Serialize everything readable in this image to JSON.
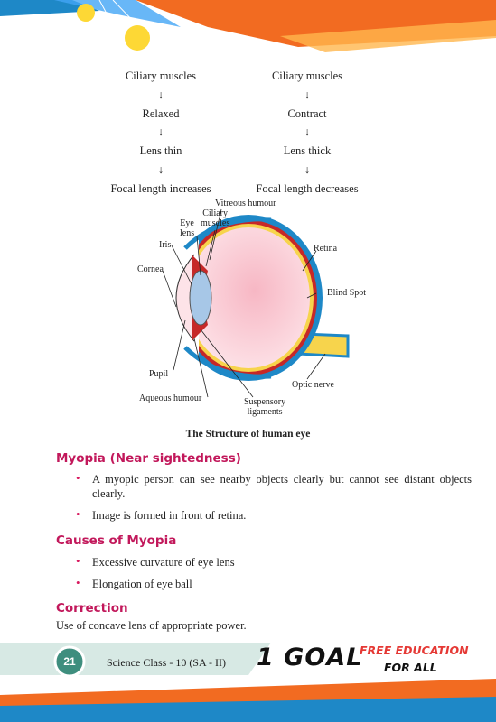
{
  "flow_left": [
    "Ciliary muscles",
    "↓",
    "Relaxed",
    "↓",
    "Lens thin",
    "↓",
    "Focal length increases"
  ],
  "flow_right": [
    "Ciliary muscles",
    "↓",
    "Contract",
    "↓",
    "Lens thick",
    "↓",
    "Focal length decreases"
  ],
  "diagram": {
    "labels": {
      "vitreous_humour": "Vitreous humour",
      "ciliary_muscles": "Ciliary\nmuscles",
      "eye_lens": "Eye\nlens",
      "iris": "Iris",
      "retina": "Retina",
      "cornea": "Cornea",
      "blind_spot": "Blind Spot",
      "pupil": "Pupil",
      "optic_nerve": "Optic nerve",
      "aqueous_humour": "Aqueous humour",
      "suspensory_ligaments": "Suspensory\nligaments"
    },
    "caption": "The Structure of human eye"
  },
  "myopia": {
    "heading": "Myopia (Near sightedness)",
    "points": [
      "A myopic person can see nearby objects clearly but cannot see distant objects clearly.",
      "Image is formed in front of retina."
    ]
  },
  "causes": {
    "heading": "Causes of Myopia",
    "points": [
      "Excessive curvature of eye lens",
      "Elongation of eye ball"
    ]
  },
  "correction": {
    "heading": "Correction",
    "text": "Use of concave lens of appropriate power."
  },
  "footer": {
    "page_number": "21",
    "subject": "Science Class - 10 (SA - II)",
    "brand": "1 GOAL",
    "tagline_1": "FREE EDUCATION",
    "tagline_2": "FOR ALL"
  },
  "colors": {
    "heading": "#c2185b",
    "banner_orange": "#f26b21",
    "banner_blue": "#1e88c7",
    "footer_green": "#3e8e7e"
  }
}
